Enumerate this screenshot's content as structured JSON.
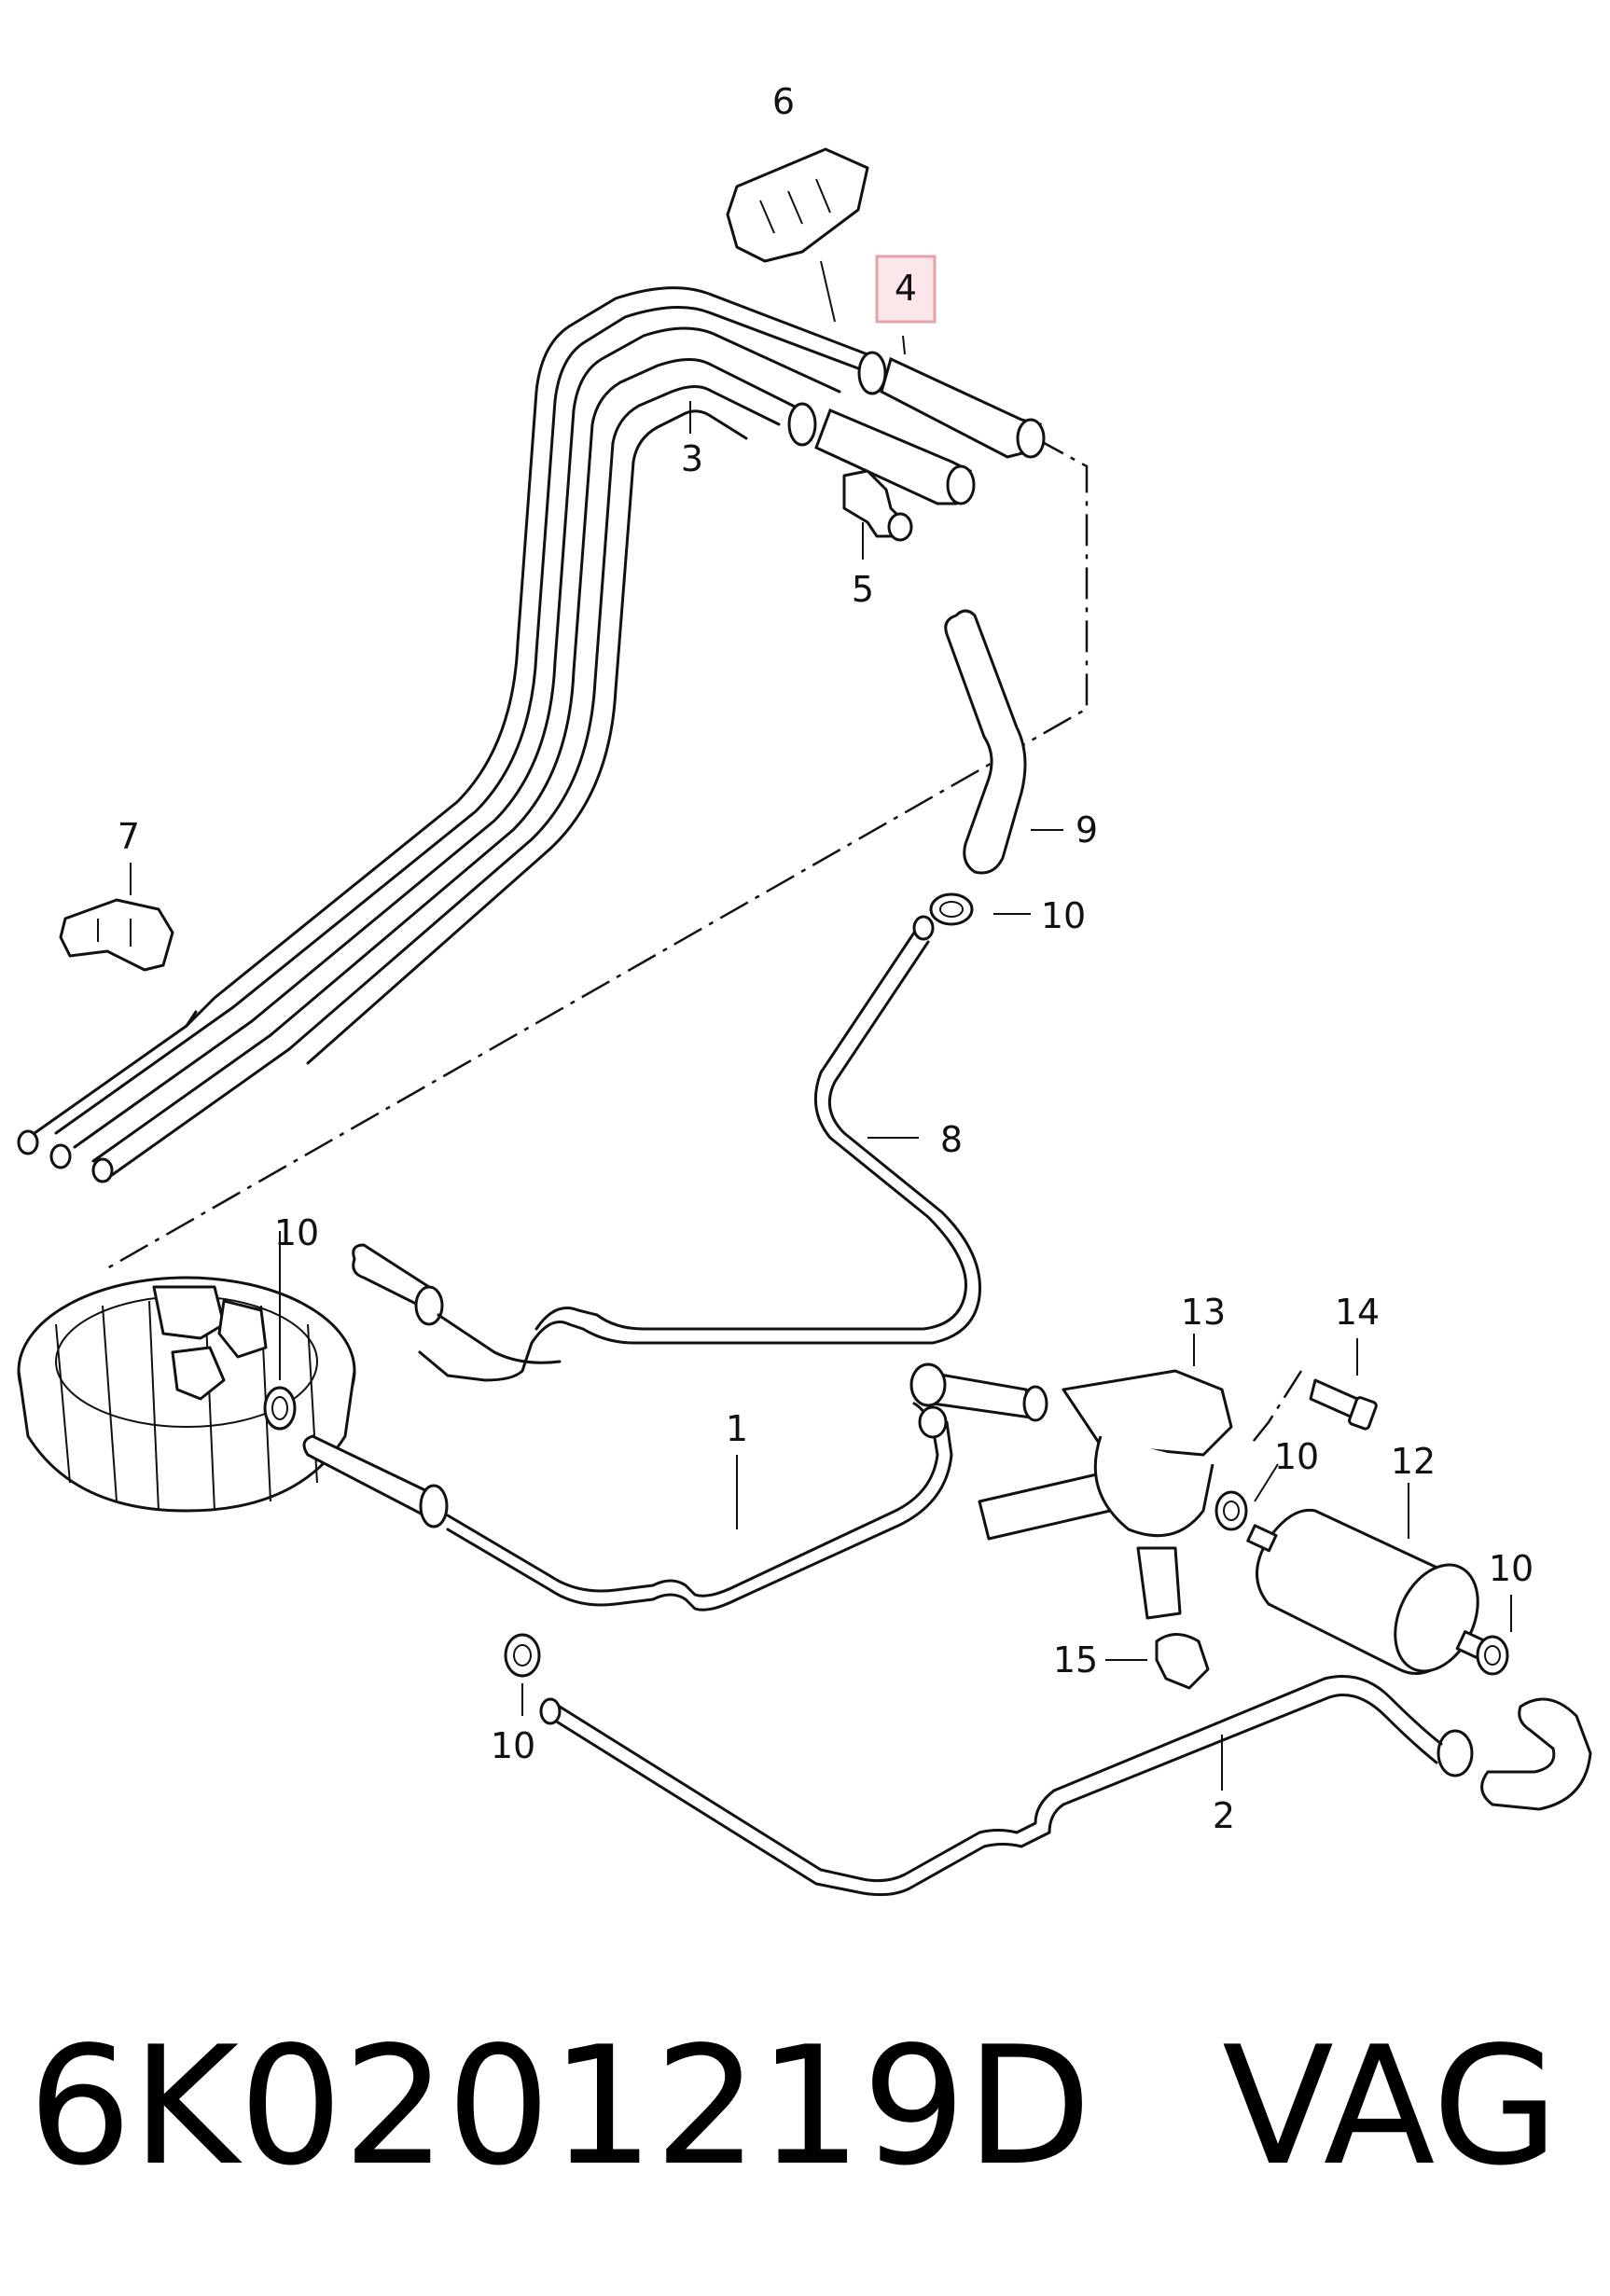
{
  "diagram": {
    "callouts": [
      "6",
      "4",
      "3",
      "5",
      "9",
      "10",
      "7",
      "8",
      "10",
      "13",
      "14",
      "10",
      "12",
      "1",
      "10",
      "15",
      "10",
      "2"
    ],
    "highlighted_callout": "4",
    "highlight_color": "#e8a0a8"
  },
  "footer": {
    "part_number": "6K0201219D",
    "brand": "VAG"
  }
}
